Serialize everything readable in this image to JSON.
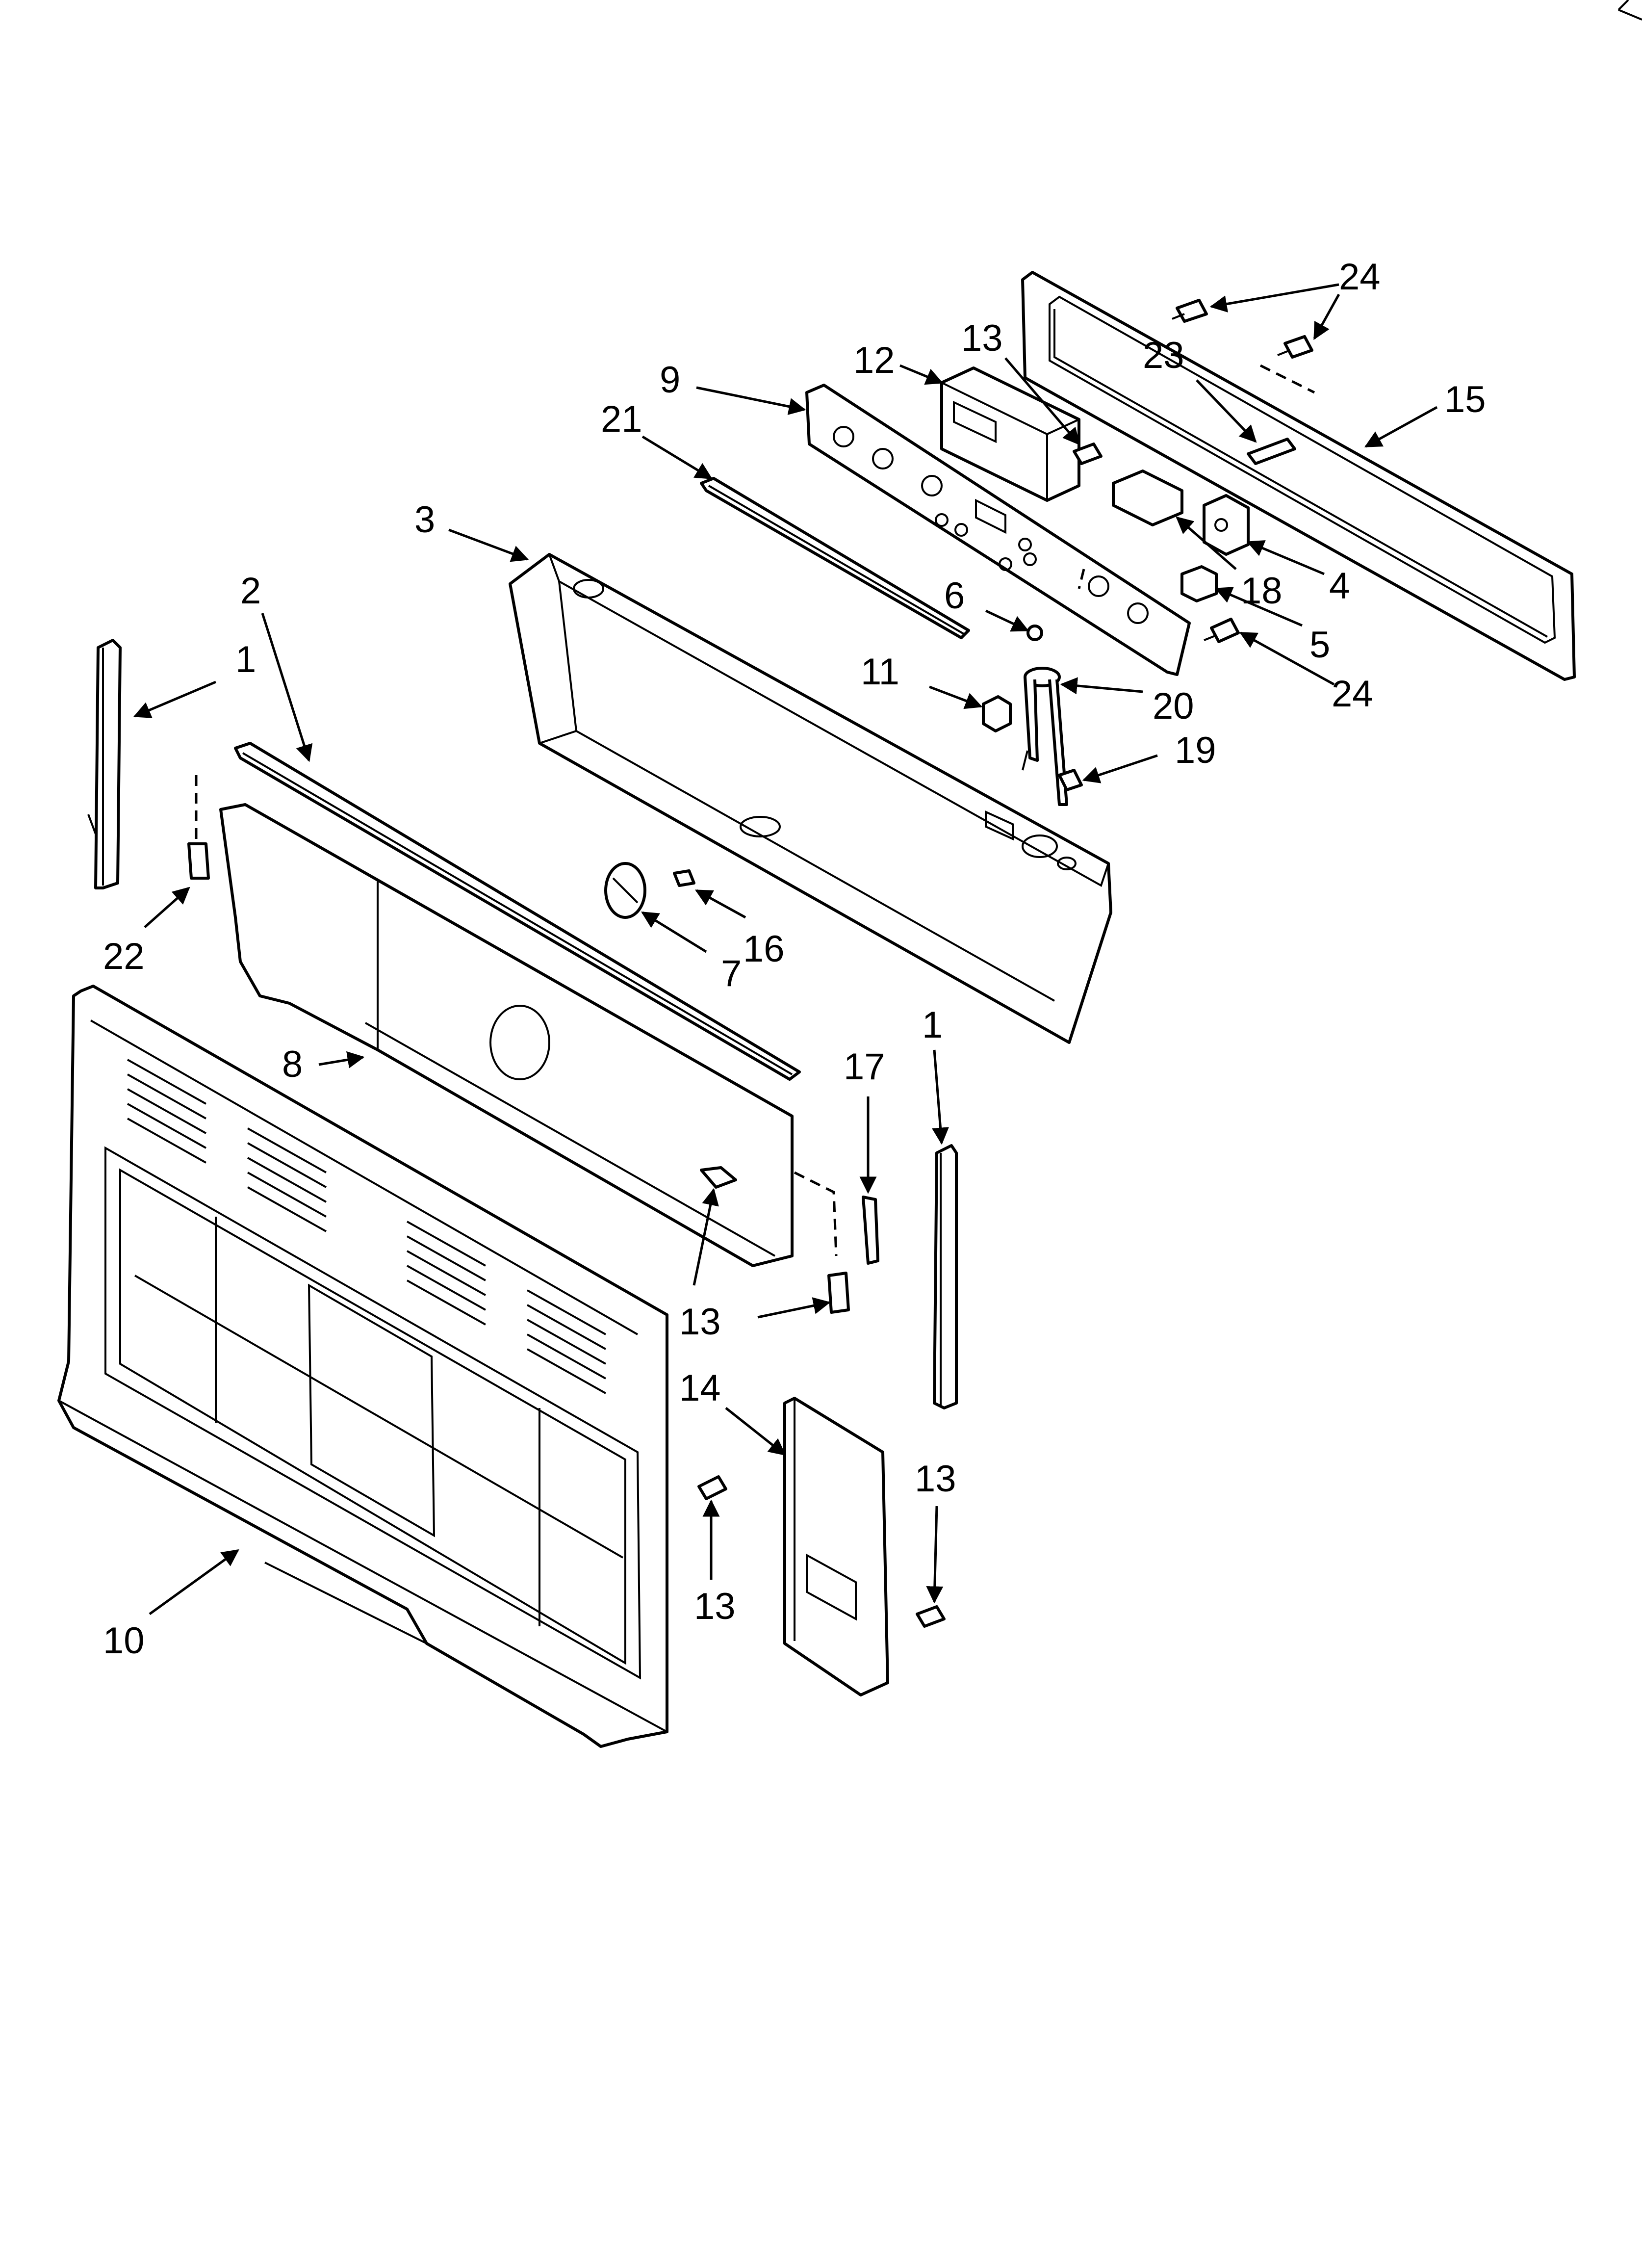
{
  "callouts": [
    {
      "id": "c24a",
      "label": "24"
    },
    {
      "id": "c24b",
      "label": "24"
    },
    {
      "id": "c15",
      "label": "15"
    },
    {
      "id": "c23",
      "label": "23"
    },
    {
      "id": "c12",
      "label": "12"
    },
    {
      "id": "c13a",
      "label": "13"
    },
    {
      "id": "c9",
      "label": "9"
    },
    {
      "id": "c21",
      "label": "21"
    },
    {
      "id": "c3",
      "label": "3"
    },
    {
      "id": "c4",
      "label": "4"
    },
    {
      "id": "c18",
      "label": "18"
    },
    {
      "id": "c5",
      "label": "5"
    },
    {
      "id": "c6",
      "label": "6"
    },
    {
      "id": "c11",
      "label": "11"
    },
    {
      "id": "c20",
      "label": "20"
    },
    {
      "id": "c19",
      "label": "19"
    },
    {
      "id": "c2",
      "label": "2"
    },
    {
      "id": "c1a",
      "label": "1"
    },
    {
      "id": "c22",
      "label": "22"
    },
    {
      "id": "c16",
      "label": "16"
    },
    {
      "id": "c7",
      "label": "7"
    },
    {
      "id": "c8",
      "label": "8"
    },
    {
      "id": "c17",
      "label": "17"
    },
    {
      "id": "c1b",
      "label": "1"
    },
    {
      "id": "c13b",
      "label": "13"
    },
    {
      "id": "c14",
      "label": "14"
    },
    {
      "id": "c13c",
      "label": "13"
    },
    {
      "id": "c13d",
      "label": "13"
    },
    {
      "id": "c10",
      "label": "10"
    }
  ],
  "colors": {
    "line": "#000000",
    "background": "#ffffff"
  }
}
